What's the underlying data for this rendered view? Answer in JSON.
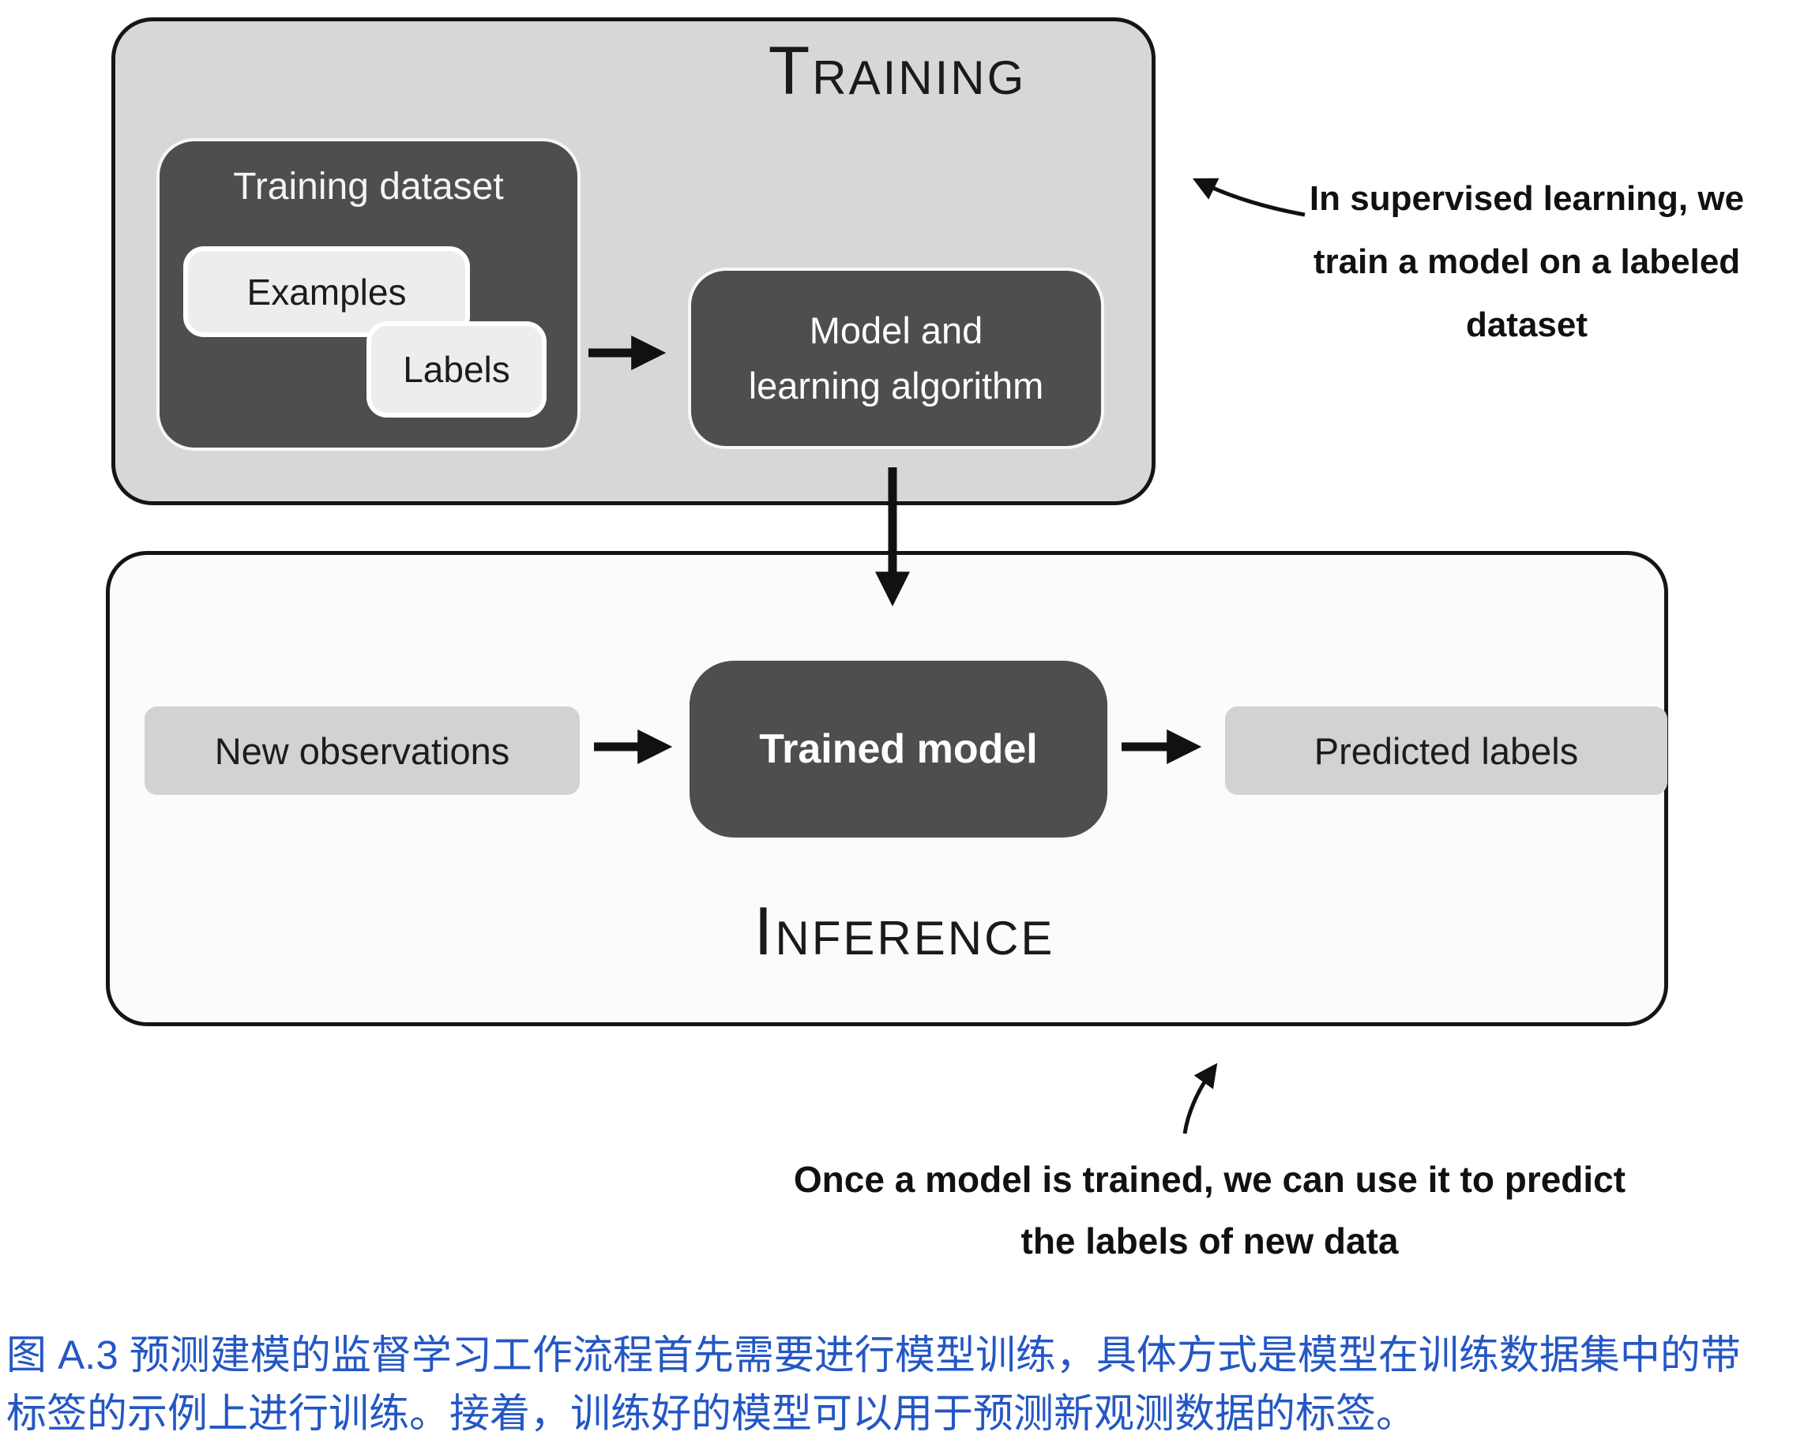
{
  "training": {
    "title": "Training",
    "dataset": {
      "label": "Training dataset",
      "examples": "Examples",
      "labels": "Labels"
    },
    "model": {
      "line1": "Model and",
      "line2": "learning algorithm"
    },
    "note": {
      "line1": "In supervised learning, we",
      "line2": "train a model on a labeled",
      "line3": "dataset"
    }
  },
  "inference": {
    "title": "Inference",
    "new_observations": "New observations",
    "trained_model": "Trained model",
    "predicted_labels": "Predicted labels",
    "note": {
      "line1": "Once a model is trained, we can use it to predict",
      "line2": "the labels of new data"
    }
  },
  "caption": {
    "line1": "图 A.3 预测建模的监督学习工作流程首先需要进行模型训练，具体方式是模型在训练数据集中的带",
    "line2": "标签的示例上进行训练。接着，训练好的模型可以用于预测新观测数据的标签。"
  },
  "colors": {
    "training_box_bg": "#d7d7d7",
    "inference_box_bg": "#fbfbfb",
    "dark_box_bg": "#4e4e4e",
    "light_chip_bg": "#ededed",
    "inference_chip_bg": "#d2d2d2",
    "border_dark": "#151515",
    "caption_blue": "#2457c5"
  }
}
